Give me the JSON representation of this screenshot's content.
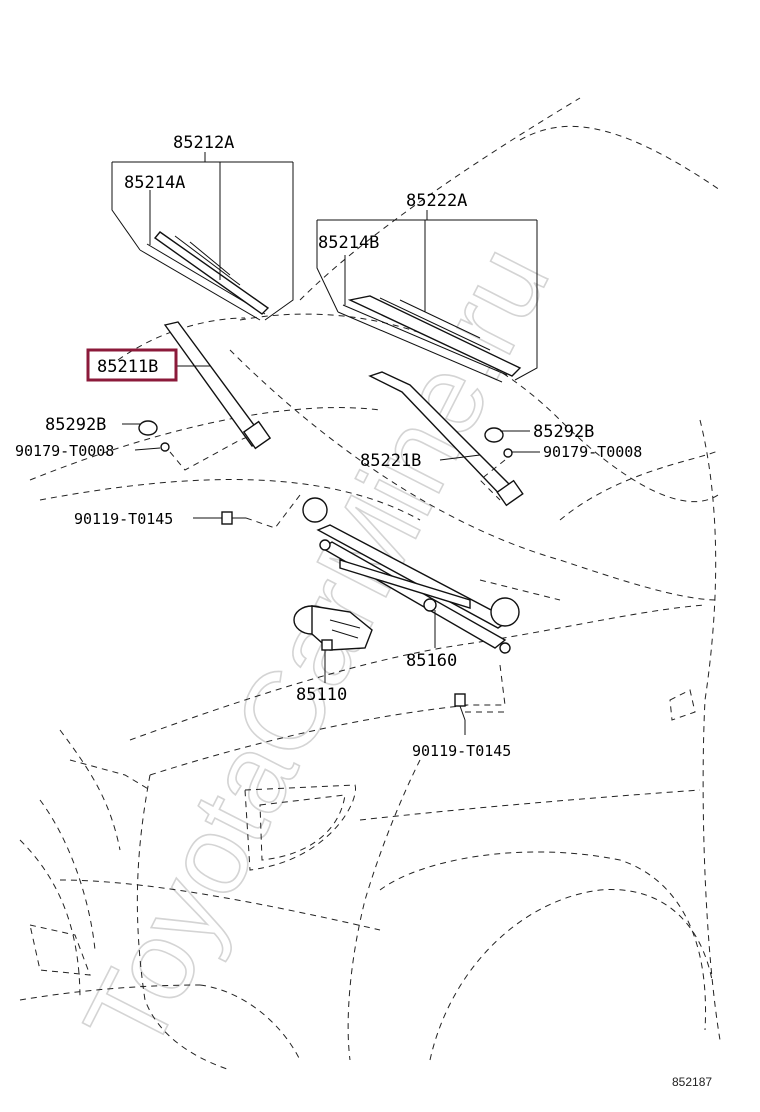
{
  "watermark": "ToyotaCarMine.ru",
  "diagram_code": "852187",
  "highlight_color": "#8b1a3a",
  "parts": {
    "blade_left_assy": "85212A",
    "blade_left_rubber": "85214A",
    "blade_right_assy": "85222A",
    "blade_right_rubber": "85214B",
    "arm_left": "85211B",
    "arm_right": "85221B",
    "cap_left": "85292B",
    "cap_right": "85292B",
    "nut_left": "90179-T0008",
    "nut_right": "90179-T0008",
    "bolt_left": "90119-T0145",
    "bolt_bottom": "90119-T0145",
    "link_assy": "85160",
    "motor": "85110"
  }
}
